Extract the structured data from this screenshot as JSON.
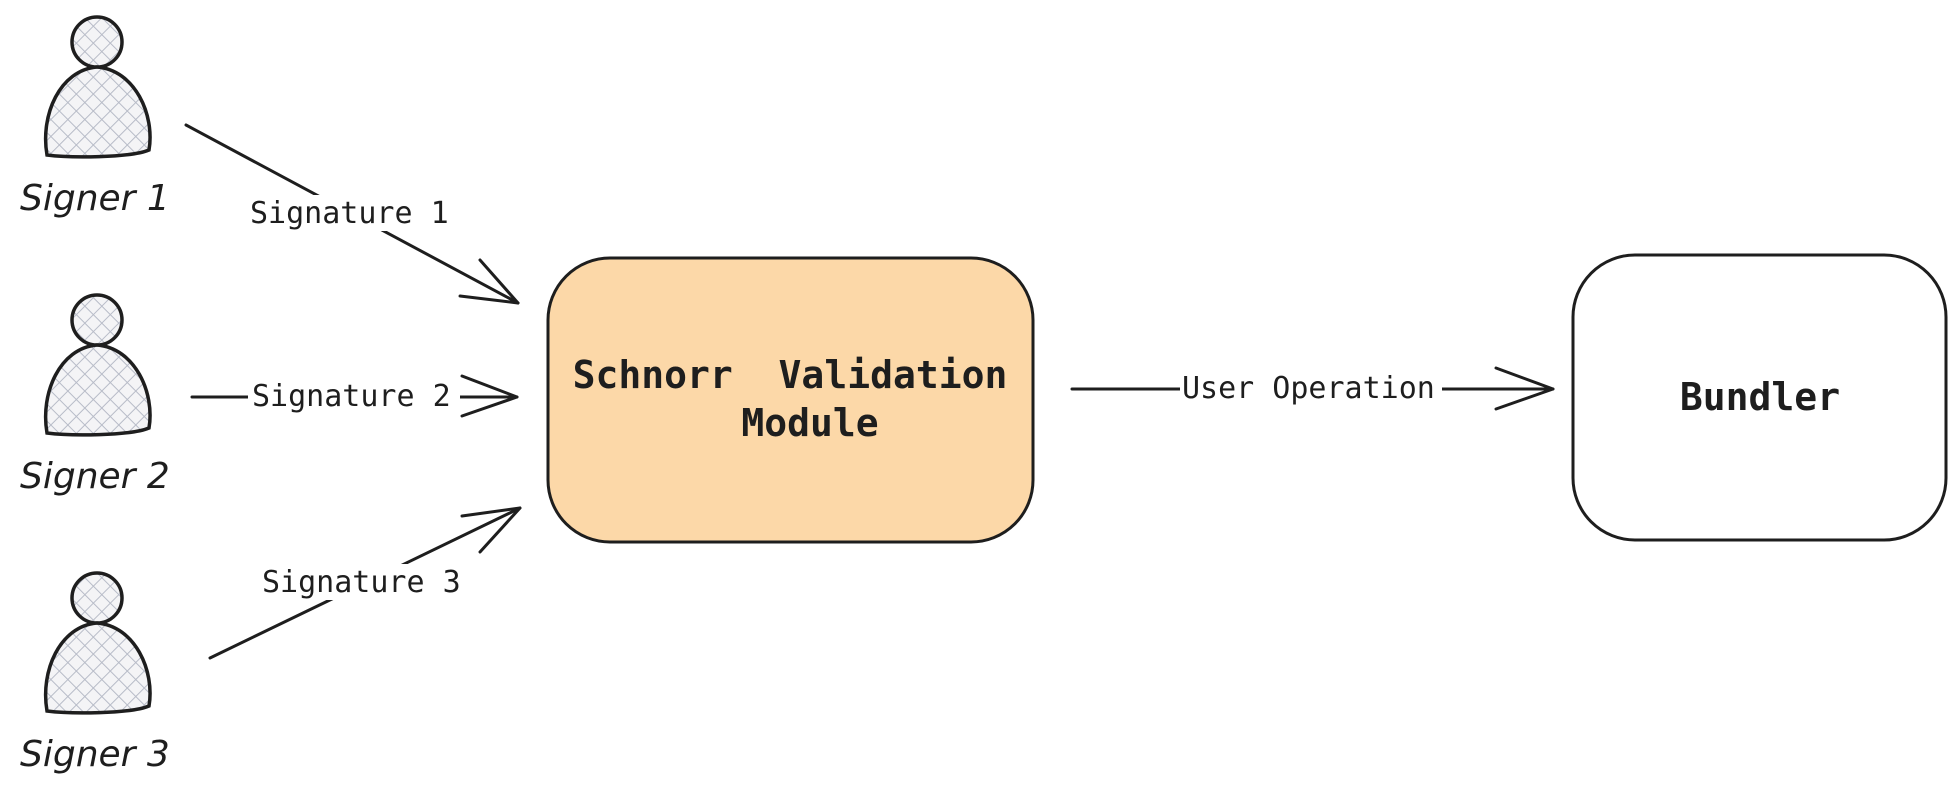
{
  "signers": [
    {
      "label": "Signer 1",
      "signature_label": "Signature 1"
    },
    {
      "label": "Signer 2",
      "signature_label": "Signature 2"
    },
    {
      "label": "Signer 3",
      "signature_label": "Signature 3"
    }
  ],
  "module": {
    "line1": "Schnorr  Validation",
    "line2": "Module",
    "fill": "#fcd8a8"
  },
  "bundler": {
    "label": "Bundler"
  },
  "edge_user_operation": {
    "label": "User Operation"
  },
  "colors": {
    "stroke": "#1e1e1e",
    "person_hatch": "#b8bcc8"
  }
}
